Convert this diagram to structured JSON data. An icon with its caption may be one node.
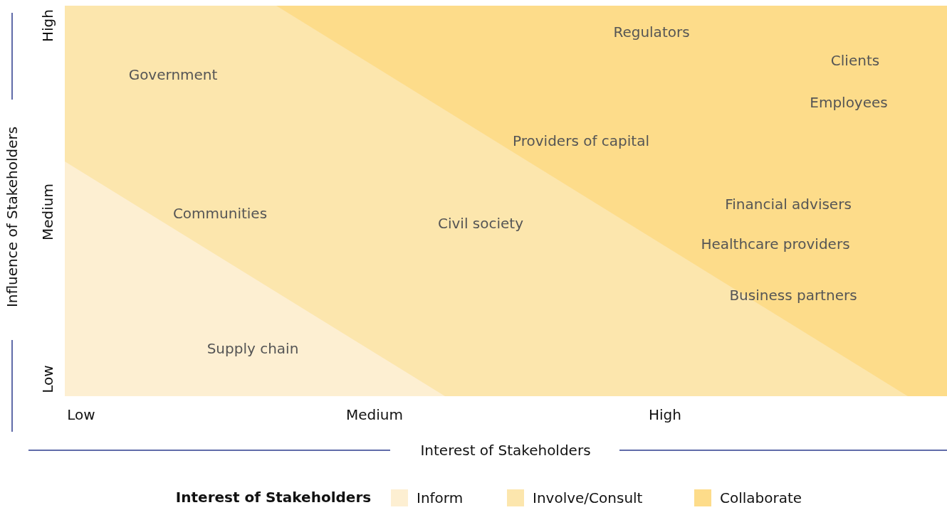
{
  "diagram": {
    "labels": [
      "Influence of Stakeholders",
      "High",
      "Medium",
      "Low",
      "Regulators",
      "Government",
      "Clients",
      "Employees",
      "Providers of capital",
      "Financial advisers",
      "Communities",
      "Civil society",
      "Healthcare providers",
      "Business partners",
      "Supply chain",
      "Low",
      "Medium",
      "High",
      "Interest of Stakeholders",
      "Interest of Stakeholders"
    ],
    "legend": [
      {
        "text": "Inform",
        "color": "#fdefd2"
      },
      {
        "text": "Involve/Consult",
        "color": "#fce6ad"
      },
      {
        "text": "Collaborate",
        "color": "#fddc8a"
      }
    ]
  }
}
